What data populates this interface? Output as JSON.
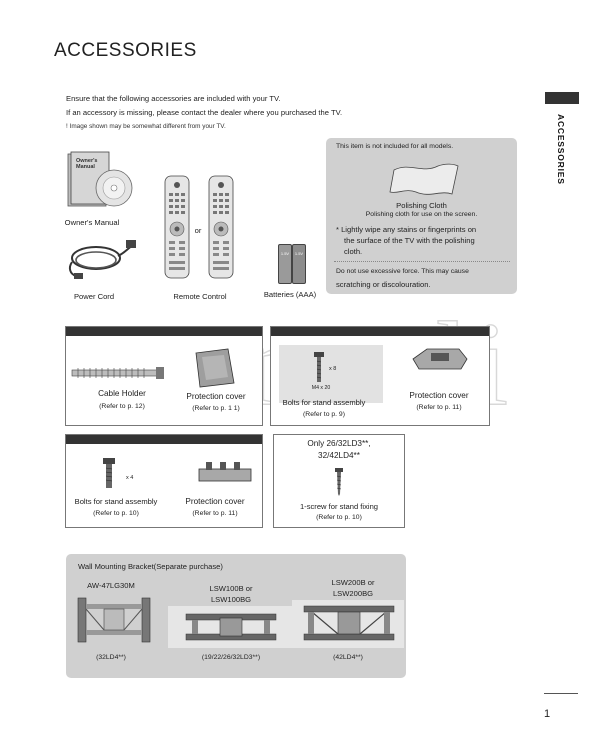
{
  "page": {
    "title": "ACCESSORIES",
    "side_tab": "ACCESSORIES",
    "intro_line1": "Ensure that the following accessories are included with your TV.",
    "intro_line2": "If an accessory is missing, please contact the dealer where you purchased the TV.",
    "note": "!  Image shown may be somewhat different from your TV.",
    "page_number": "1",
    "watermark": "manuali"
  },
  "accessories": {
    "manual_cover": "Owner's Manual",
    "owners_manual": "Owner's Manual",
    "power_cord": "Power Cord",
    "or_text": "or",
    "remote_control": "Remote Control",
    "battery_label": "1.5V",
    "batteries": "Batteries (AAA)"
  },
  "polishing": {
    "header": "This item is not included for all models.",
    "title": "Polishing Cloth",
    "desc": "Polishing cloth for use on the screen.",
    "bullet_line1": "*  Lightly wipe any stains or fingerprints on",
    "bullet_line2": "the surface of the TV with the polishing",
    "bullet_line3": "cloth.",
    "warning_line1": "Do not use excessive force. This may cause",
    "warning_line2": "scratching or discolouration."
  },
  "panel1": {
    "cable_holder": "Cable Holder",
    "cable_ref": "(Refer to p. 12)",
    "cover": "Protection cover",
    "cover_ref": "(Refer to p. 1 1)"
  },
  "panel2": {
    "qty": "x 8",
    "size": "M4 x 20",
    "bolts": "Bolts for stand assembly",
    "bolts_ref": "(Refer to p. 9)",
    "cover": "Protection cover",
    "cover_ref": "(Refer to p. 11)"
  },
  "panel3": {
    "qty": "x 4",
    "bolts": "Bolts for stand assembly",
    "bolts_ref": "(Refer to p. 10)",
    "cover": "Protection cover",
    "cover_ref": "(Refer to p. 11)"
  },
  "panel4": {
    "models_line1": "Only 26/32LD3**,",
    "models_line2": "32/42LD4**",
    "screw": "1-screw for stand fixing",
    "screw_ref": "(Refer to p. 10)"
  },
  "wall": {
    "title": "Wall Mounting Bracket(Separate purchase)",
    "b1_name": "AW-47LG30M",
    "b1_models": "(32LD4**)",
    "b2_name_line1": "LSW100B or",
    "b2_name_line2": "LSW100BG",
    "b2_models": "(19/22/26/32LD3**)",
    "b3_name_line1": "LSW200B or",
    "b3_name_line2": "LSW200BG",
    "b3_models": "(42LD4**)"
  },
  "colors": {
    "gray_box": "#d0d0d0",
    "panel_header": "#333333",
    "text": "#222222"
  }
}
